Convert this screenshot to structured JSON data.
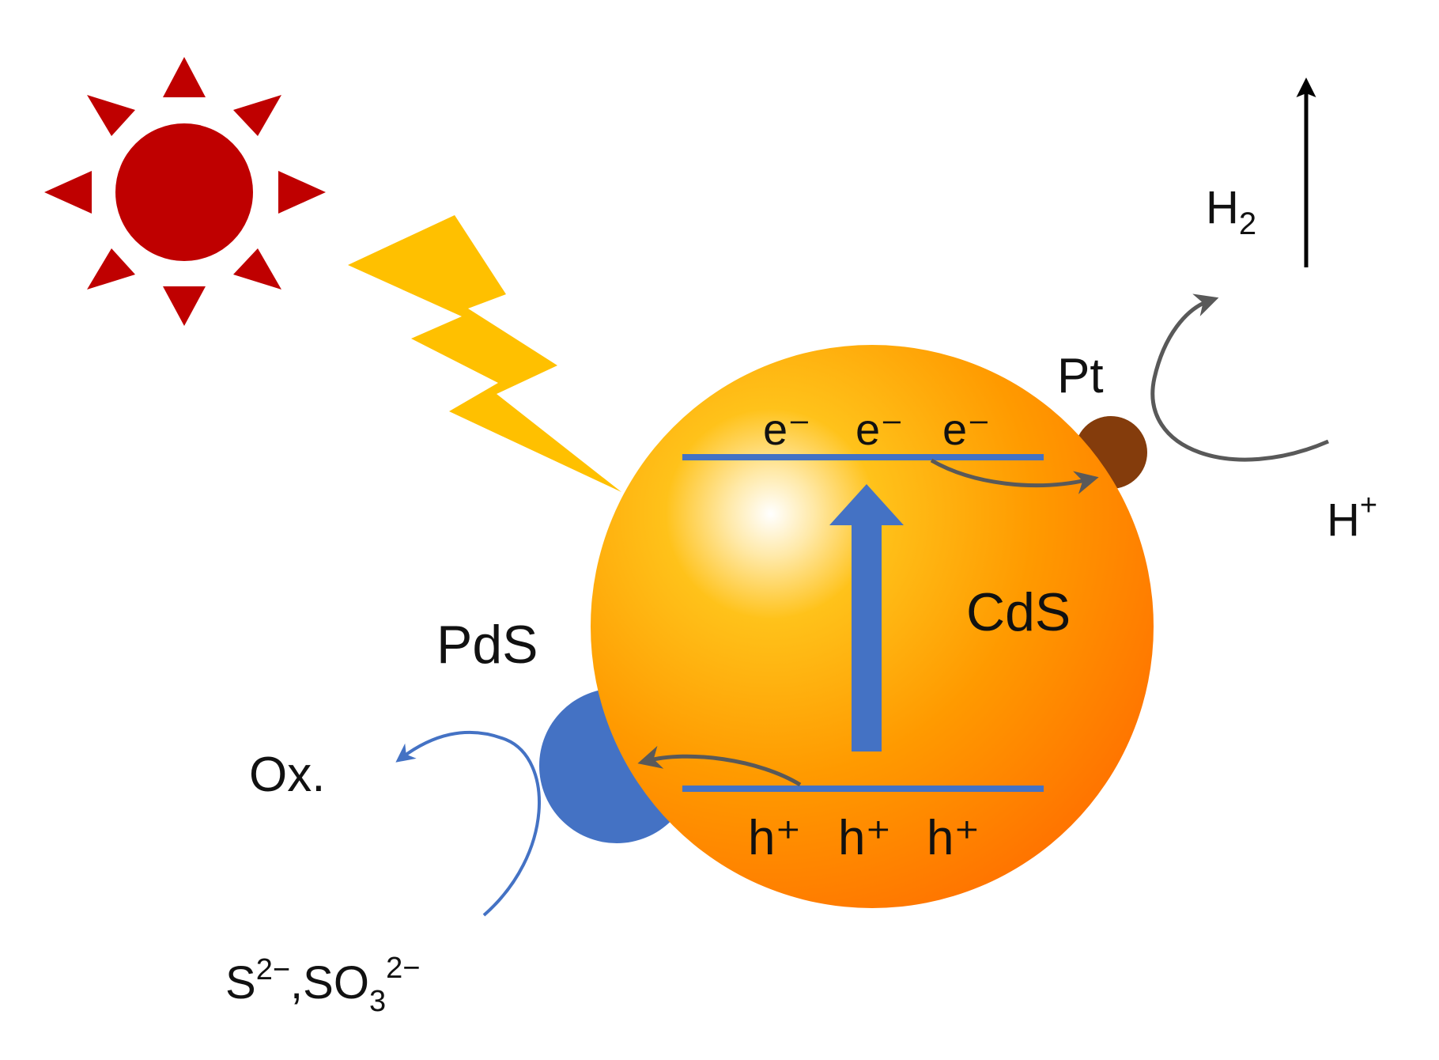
{
  "labels": {
    "h2": "H",
    "h2_sub": "2",
    "pt": "Pt",
    "h_plus": "H",
    "h_plus_sup": "+",
    "electrons": [
      "e⁻",
      "e⁻",
      "e⁻"
    ],
    "cds": "CdS",
    "pds": "PdS",
    "ox": "Ox.",
    "holes": [
      "h⁺",
      "h⁺",
      "h⁺"
    ],
    "sacrificial": {
      "s": "S",
      "s_sup": "2−",
      "comma_so": ",SO",
      "so_sub": "3",
      "so_sup": "2−"
    }
  },
  "colors": {
    "sun": "#bf0000",
    "lightning": "#ffc000",
    "cds_light": "#ffcc33",
    "cds_mid": "#ff9900",
    "cds_dark": "#ff6600",
    "band_line": "#4472c4",
    "excitation_arrow": "#4472c4",
    "pds": "#4472c4",
    "pt": "#843c0c",
    "gray_arrow": "#595959",
    "blue_arrow": "#4472c4",
    "text": "#111111"
  },
  "icons": {
    "sun": "sun-icon",
    "light": "lightning-icon"
  }
}
